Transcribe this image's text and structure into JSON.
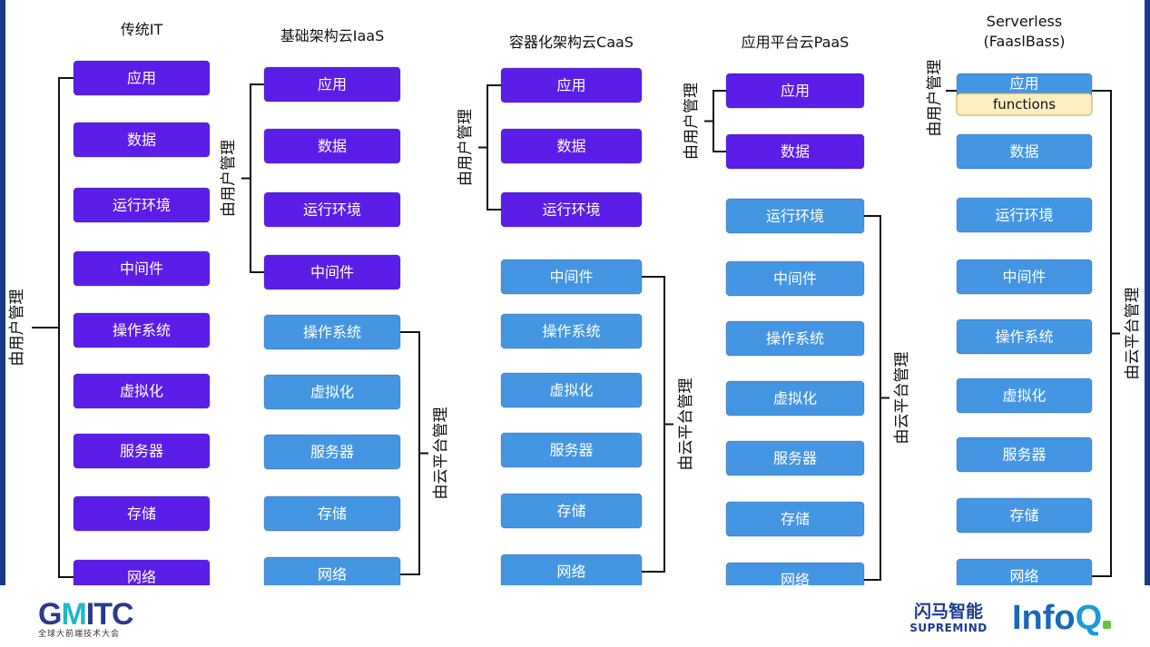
{
  "columns": [
    {
      "title_lines": [
        "传统IT"
      ],
      "items": [
        {
          "label": "应用",
          "color": "#5b1ee8"
        },
        {
          "label": "数据",
          "color": "#5b1ee8"
        },
        {
          "label": "运行环境",
          "color": "#5b1ee8"
        },
        {
          "label": "中间件",
          "color": "#5b1ee8"
        },
        {
          "label": "操作系统",
          "color": "#5b1ee8"
        },
        {
          "label": "虚拟化",
          "color": "#5b1ee8"
        },
        {
          "label": "服务器",
          "color": "#5b1ee8"
        },
        {
          "label": "存储",
          "color": "#5b1ee8"
        },
        {
          "label": "网络",
          "color": "#5b1ee8"
        }
      ],
      "groups": [
        {
          "label": "由用户管理",
          "from": 0,
          "to": 8,
          "side": "left"
        }
      ]
    },
    {
      "title_lines": [
        "基础架构云IaaS"
      ],
      "items": [
        {
          "label": "应用",
          "color": "#5b1ee8"
        },
        {
          "label": "数据",
          "color": "#5b1ee8"
        },
        {
          "label": "运行环境",
          "color": "#5b1ee8"
        },
        {
          "label": "中间件",
          "color": "#5b1ee8"
        },
        {
          "label": "操作系统",
          "color": "#4596e2"
        },
        {
          "label": "虚拟化",
          "color": "#4596e2"
        },
        {
          "label": "服务器",
          "color": "#4596e2"
        },
        {
          "label": "存储",
          "color": "#4596e2"
        },
        {
          "label": "网络",
          "color": "#4596e2"
        }
      ],
      "groups": [
        {
          "label": "由用户管理",
          "from": 0,
          "to": 3,
          "side": "left"
        },
        {
          "label": "由云平台管理",
          "from": 4,
          "to": 8,
          "side": "right"
        }
      ]
    },
    {
      "title_lines": [
        "容器化架构云CaaS"
      ],
      "items": [
        {
          "label": "应用",
          "color": "#5b1ee8"
        },
        {
          "label": "数据",
          "color": "#5b1ee8"
        },
        {
          "label": "运行环境",
          "color": "#5b1ee8"
        },
        {
          "label": "中间件",
          "color": "#4596e2"
        },
        {
          "label": "操作系统",
          "color": "#4596e2"
        },
        {
          "label": "虚拟化",
          "color": "#4596e2"
        },
        {
          "label": "服务器",
          "color": "#4596e2"
        },
        {
          "label": "存储",
          "color": "#4596e2"
        },
        {
          "label": "网络",
          "color": "#4596e2"
        }
      ],
      "groups": [
        {
          "label": "由用户管理",
          "from": 0,
          "to": 2,
          "side": "left"
        },
        {
          "label": "由云平台管理",
          "from": 3,
          "to": 8,
          "side": "right"
        }
      ]
    },
    {
      "title_lines": [
        "应用平台云PaaS"
      ],
      "items": [
        {
          "label": "应用",
          "color": "#5b1ee8"
        },
        {
          "label": "数据",
          "color": "#5b1ee8"
        },
        {
          "label": "运行环境",
          "color": "#4596e2"
        },
        {
          "label": "中间件",
          "color": "#4596e2"
        },
        {
          "label": "操作系统",
          "color": "#4596e2"
        },
        {
          "label": "虚拟化",
          "color": "#4596e2"
        },
        {
          "label": "服务器",
          "color": "#4596e2"
        },
        {
          "label": "存储",
          "color": "#4596e2"
        },
        {
          "label": "网络",
          "color": "#4596e2"
        }
      ],
      "groups": [
        {
          "label": "由用户管理",
          "from": 0,
          "to": 1,
          "side": "left"
        },
        {
          "label": "由云平台管理",
          "from": 2,
          "to": 8,
          "side": "right"
        }
      ]
    },
    {
      "title_lines": [
        "Serverless",
        "(FaaslBass)"
      ],
      "items": [
        {
          "label": "应用",
          "color": "#4596e2",
          "sub": {
            "label": "functions",
            "color": "#fbefc0"
          }
        },
        {
          "label": "数据",
          "color": "#4596e2"
        },
        {
          "label": "运行环境",
          "color": "#4596e2"
        },
        {
          "label": "中间件",
          "color": "#4596e2"
        },
        {
          "label": "操作系统",
          "color": "#4596e2"
        },
        {
          "label": "虚拟化",
          "color": "#4596e2"
        },
        {
          "label": "服务器",
          "color": "#4596e2"
        },
        {
          "label": "存储",
          "color": "#4596e2"
        },
        {
          "label": "网络",
          "color": "#4596e2"
        }
      ],
      "groups": [
        {
          "label": "由用户管理",
          "from": 0,
          "to": 0,
          "side": "left"
        },
        {
          "label": "由云平台管理",
          "from": 0,
          "to": 8,
          "side": "right"
        }
      ]
    }
  ],
  "footer": {
    "gmitc": {
      "g_part": "G",
      "m_part": "M",
      "rest": "ITC",
      "sub": "全球大前端技术大会"
    },
    "supremind": {
      "cn": "闪马智能",
      "en": "SUPREMIND"
    },
    "infoq": {
      "name_a": "Info",
      "name_b": "Q"
    }
  }
}
